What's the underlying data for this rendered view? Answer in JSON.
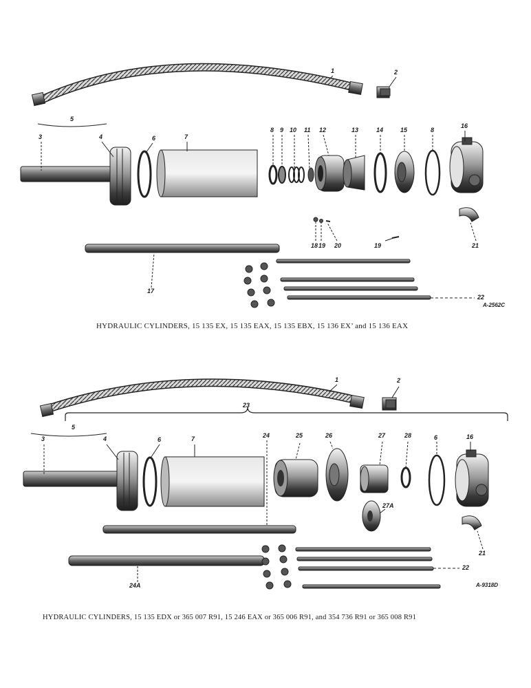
{
  "diagram_1": {
    "caption": "HYDRAULIC CYLINDERS, 15 135 EX, 15 135 EAX, 15 135 EBX, 15 136 EX’ and 15 136 EAX",
    "ref_number": "A-2562C",
    "callouts": {
      "c1": "1",
      "c2": "2",
      "c3": "3",
      "c4": "4",
      "c5": "5",
      "c6a": "6",
      "c7": "7",
      "c8a": "8",
      "c9": "9",
      "c10": "10",
      "c11": "11",
      "c12": "12",
      "c13": "13",
      "c14": "14",
      "c15": "15",
      "c8b": "8",
      "c16": "16",
      "c17": "17",
      "c18": "18",
      "c19a": "19",
      "c20": "20",
      "c19b": "19",
      "c21": "21",
      "c22": "22"
    }
  },
  "diagram_2": {
    "caption": "HYDRAULIC CYLINDERS, 15 135 EDX or 365 007 R91, 15 246 EAX or 365 006 R91,  and 354 736 R91 or 365 008 R91",
    "ref_number": "A-9318D",
    "callouts": {
      "c1": "1",
      "c2": "2",
      "c23": "23",
      "c5": "5",
      "c3": "3",
      "c4": "4",
      "c6a": "6",
      "c7": "7",
      "c24": "24",
      "c25": "25",
      "c26": "26",
      "c27": "27",
      "c28": "28",
      "c6b": "6",
      "c16": "16",
      "c27a": "27A",
      "c21": "21",
      "c22": "22",
      "c24a": "24A"
    }
  }
}
